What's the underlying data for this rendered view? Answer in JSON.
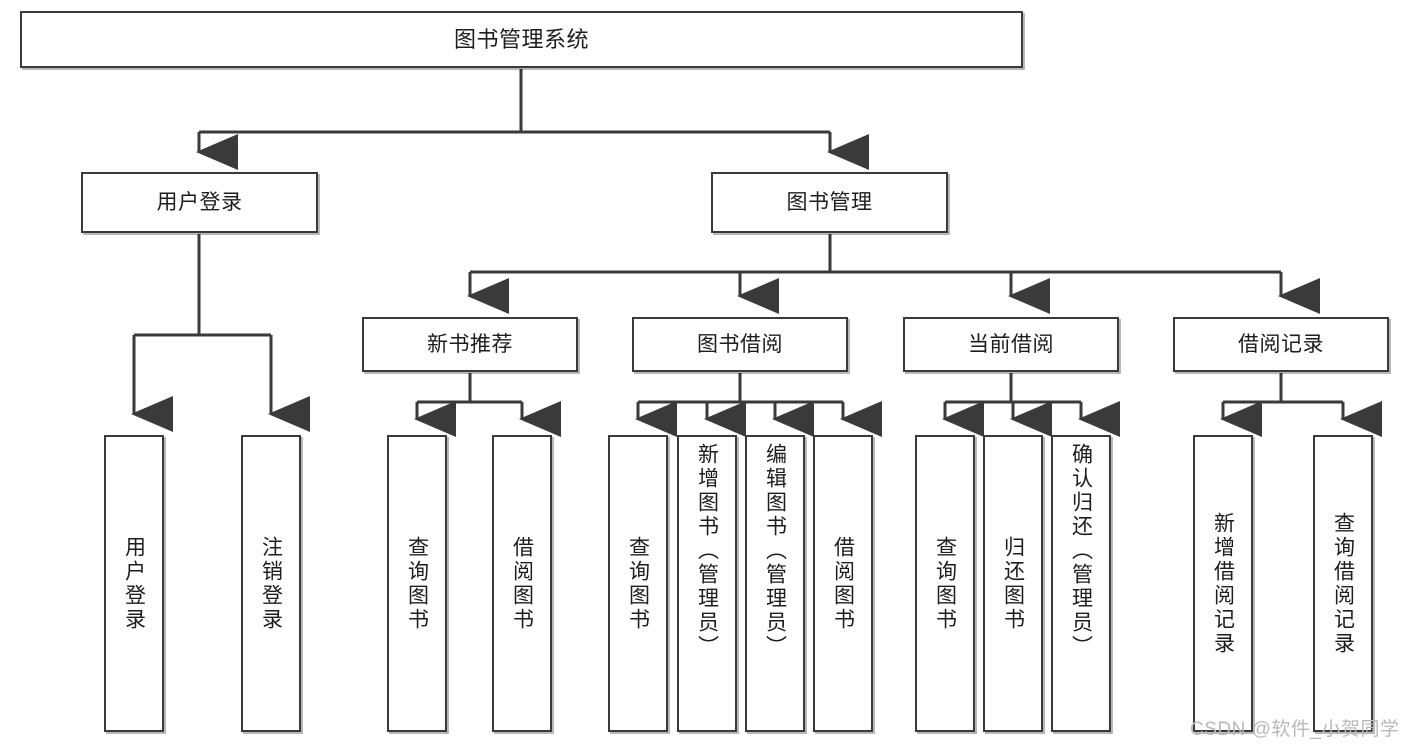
{
  "diagram": {
    "title": "图书管理系统",
    "type": "tree-hierarchy",
    "background_color": "#ffffff",
    "box_border_color": "#3a3a3a",
    "edge_color": "#3a3a3a",
    "text_color": "#1d1d1d"
  },
  "nodes": {
    "root": {
      "label": "图书管理系统",
      "level": 1
    },
    "level2": [
      {
        "label": "用户登录",
        "level": 2
      },
      {
        "label": "图书管理",
        "level": 2
      }
    ],
    "level3": [
      {
        "label": "新书推荐",
        "level": 3
      },
      {
        "label": "图书借阅",
        "level": 3
      },
      {
        "label": "当前借阅",
        "level": 3
      },
      {
        "label": "借阅记录",
        "level": 3
      }
    ],
    "leaves": {
      "user_login": [
        {
          "label": "用户登录"
        },
        {
          "label": "注销登录"
        }
      ],
      "new_book_recommend": [
        {
          "label": "查询图书"
        },
        {
          "label": "借阅图书"
        }
      ],
      "book_borrow": [
        {
          "label": "查询图书"
        },
        {
          "label": "新增图书（管理员）"
        },
        {
          "label": "编辑图书（管理员）"
        },
        {
          "label": "借阅图书"
        }
      ],
      "current_borrow": [
        {
          "label": "查询图书"
        },
        {
          "label": "归还图书"
        },
        {
          "label": "确认归还（管理员）"
        }
      ],
      "borrow_record": [
        {
          "label": "新增借阅记录"
        },
        {
          "label": "查询借阅记录"
        }
      ]
    }
  },
  "watermark": {
    "text": "CSDN @软件_小贺同学",
    "color": "#b9b9b9"
  }
}
